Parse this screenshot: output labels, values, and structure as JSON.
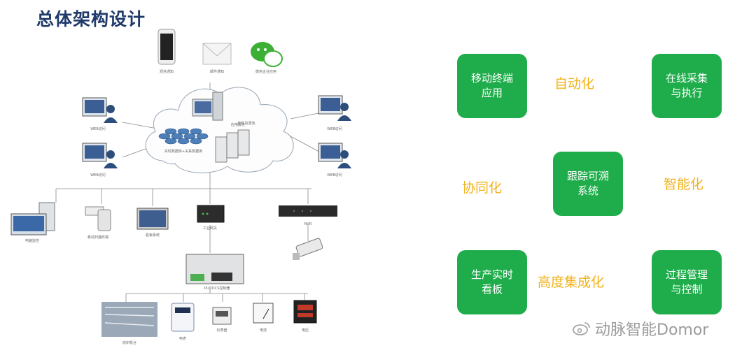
{
  "title": "总体架构设计",
  "diagram": {
    "labels": {
      "phone": "短信通知",
      "email": "邮件通知",
      "wechat": "微信企业应用",
      "server": "应用服务",
      "database": "实时数据库+关系数据库",
      "cluster": "软件资源池",
      "web_tl": "WEB访问",
      "web_bl": "WEB访问",
      "web_tr": "WEB访问",
      "web_br": "WEB访问",
      "device_monitor": "电脑监控",
      "scanner": "移动扫描终端",
      "tablet": "看板系统",
      "switch": "工业网关",
      "nvr": "NVR",
      "plc": "PLC/DCS控制器",
      "line": "纺织机台",
      "meter": "电表",
      "panel": "仪表盘",
      "gauge": "电流",
      "power": "电压"
    }
  },
  "boxes": {
    "mobile": "移动终端\n应用",
    "online": "在线采集\n与执行",
    "trace": "跟踪可溯\n系统",
    "realtime": "生产实时\n看板",
    "process": "过程管理\n与控制"
  },
  "tags": {
    "auto": "自动化",
    "collab": "协同化",
    "smart": "智能化",
    "integ": "高度集成化"
  },
  "watermark": "动脉智能Domor"
}
